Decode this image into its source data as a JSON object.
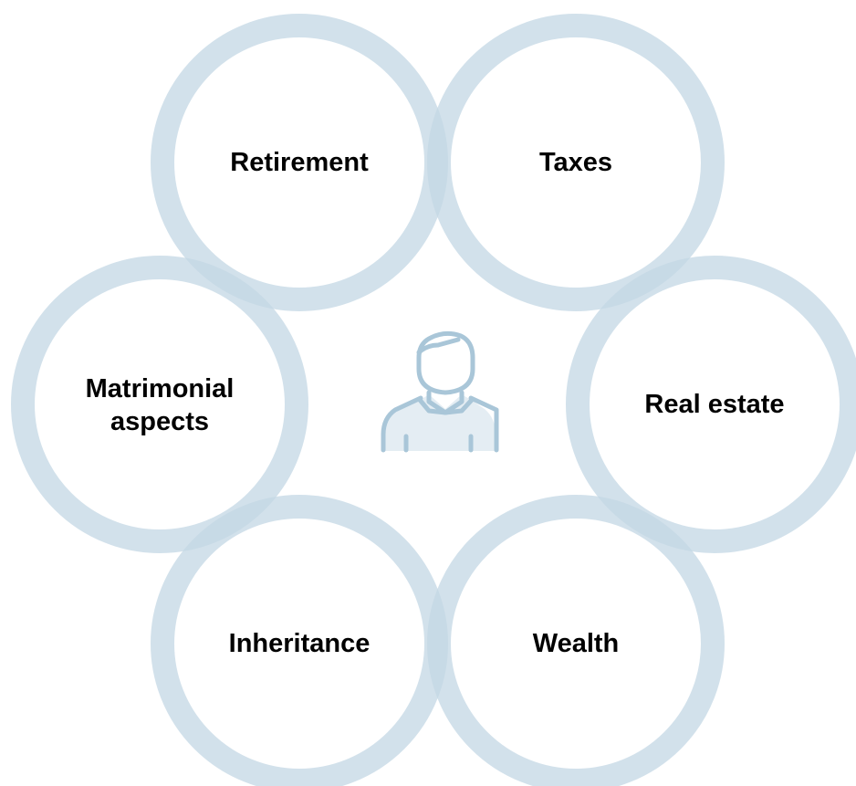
{
  "colors": {
    "ring": "#c3d7e4",
    "icon": "#a9c6d8",
    "text": "#000000"
  },
  "center": {
    "icon": "person-icon"
  },
  "topics": [
    {
      "id": "retirement",
      "lines": [
        "Retirement"
      ]
    },
    {
      "id": "taxes",
      "lines": [
        "Taxes"
      ]
    },
    {
      "id": "real-estate",
      "lines": [
        "Real estate"
      ]
    },
    {
      "id": "wealth",
      "lines": [
        "Wealth"
      ]
    },
    {
      "id": "inheritance",
      "lines": [
        "Inheritance"
      ]
    },
    {
      "id": "matrimonial",
      "lines": [
        "Matrimonial",
        "aspects"
      ]
    }
  ]
}
